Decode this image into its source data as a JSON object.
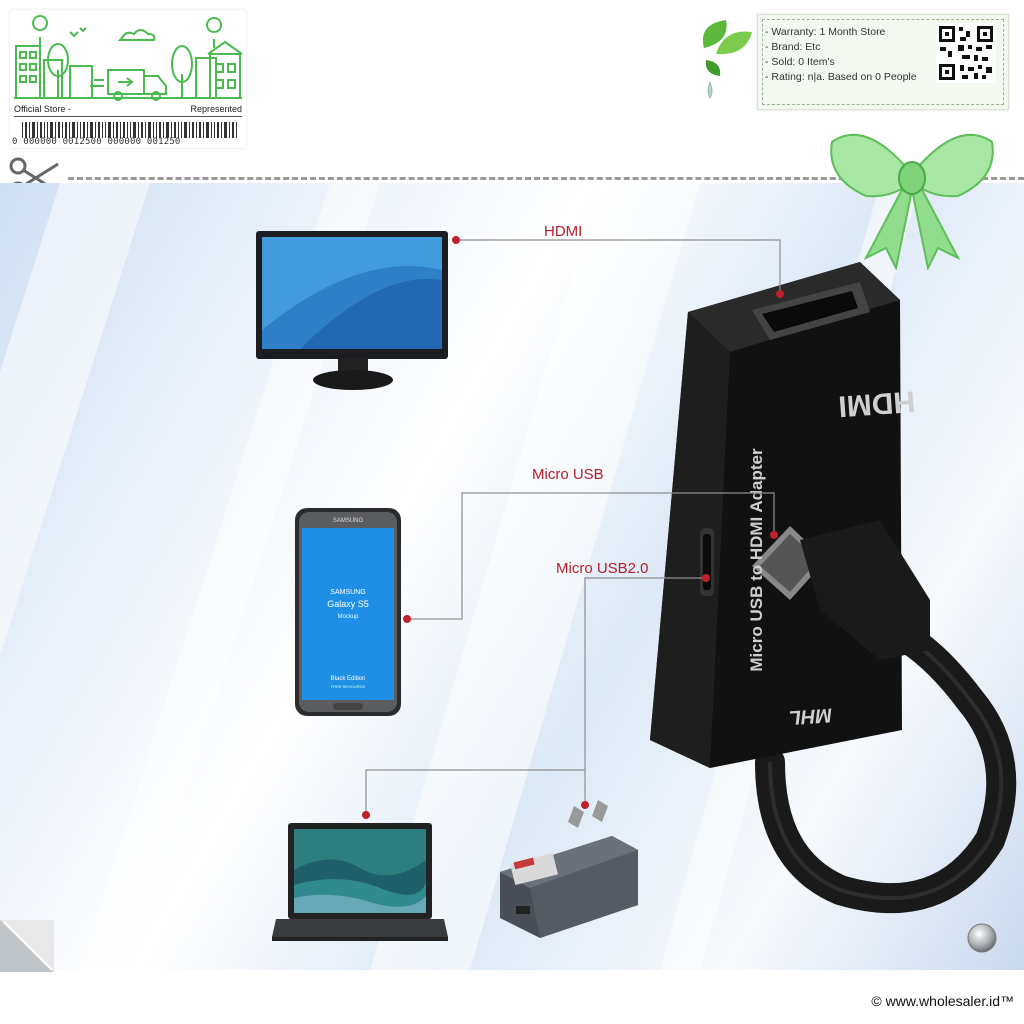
{
  "store_badge": {
    "official_store": "Official Store -",
    "represented": "Represented",
    "barcode_number": "0 000000 0012500 000000 001250"
  },
  "info_card": {
    "lines": [
      "- Warranty: 1 Month Store",
      "- Brand: Etc",
      "- Sold: 0 Item's",
      "- Rating: n|a. Based on 0 People"
    ]
  },
  "labels": {
    "hdmi": "HDMI",
    "micro_usb": "Micro USB",
    "micro_usb2": "Micro USB2.0"
  },
  "phone": {
    "brand": "SAMSUNG",
    "screen_brand": "SAMSUNG",
    "model": "Galaxy S5",
    "mockup": "Mockup",
    "edition": "Black Edition",
    "edition_sub": "FREE RESOURCE"
  },
  "adapter": {
    "port_text": "HDMI",
    "side_text": "Micro USB to HDMI Adapter",
    "logo_text": "MHL"
  },
  "copyright": "© www.wholesaler.id™",
  "colors": {
    "accent_green": "#4cbb4f",
    "connector_red": "#c0202c",
    "label_red": "#b3202a"
  }
}
